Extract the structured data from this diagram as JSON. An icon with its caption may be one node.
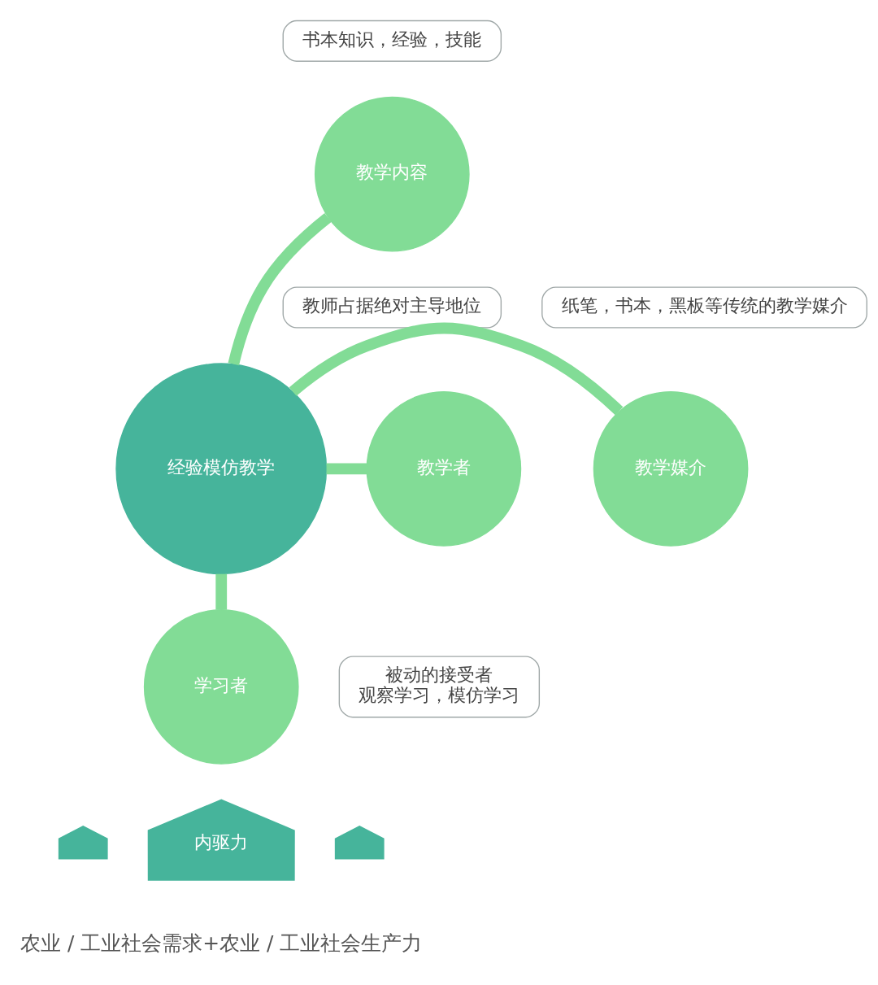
{
  "diagram": {
    "nodes": [
      {
        "text": [
          "书本知识，经验，技能"
        ]
      },
      {
        "text": [
          "教学内容"
        ]
      },
      {
        "text": [
          "教师占据绝对主导地位"
        ]
      },
      {
        "text": [
          "纸笔，书本，黑板等传统的教学媒介"
        ]
      },
      {
        "text": [
          "教学者"
        ]
      },
      {
        "text": [
          "经验模仿教学"
        ]
      },
      {
        "text": [
          "教学媒介"
        ]
      },
      {
        "text": [
          "学习者"
        ]
      },
      {
        "text": [
          "被动的接受者",
          "观察学习，模仿学习"
        ]
      },
      {
        "text": [],
        "shape": "arrow"
      },
      {
        "text": [
          "内驱力"
        ]
      },
      {
        "text": [],
        "shape": "arrow"
      }
    ],
    "edges": [
      {
        "from": 5,
        "to": 1,
        "arrow": "none"
      },
      {
        "from": 5,
        "to": 4,
        "arrow": "none"
      },
      {
        "from": 5,
        "to": 6,
        "arrow": "none"
      },
      {
        "from": 5,
        "to": 7,
        "arrow": "none"
      }
    ],
    "labels": [
      "农业 / 工业社会需求+农业 / 工业社会生产力"
    ]
  }
}
